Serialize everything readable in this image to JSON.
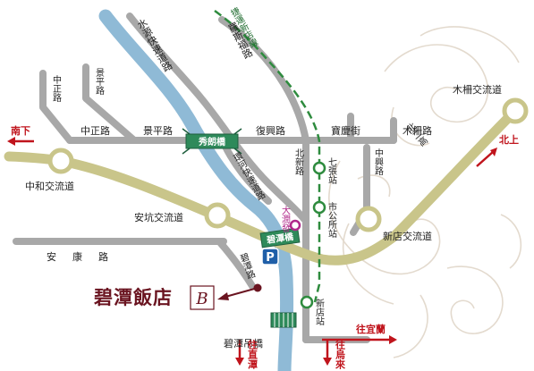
{
  "colors": {
    "background": "#ffffff",
    "road": "#a8a8a8",
    "expressway": "#c9c58a",
    "river": "#8fbad6",
    "mrt": "#2e8b3e",
    "bridge_sign": "#2e8a5a",
    "arrow": "#c0141c",
    "hotel": "#6a1420",
    "dadao": "#b0288a",
    "decoration": "#dfd6c8"
  },
  "roads": {
    "shuiyuan_expressway": "水源快速道路",
    "luosifu_road": "羅斯福路",
    "zhongzheng_road_vertical": "中正路",
    "jingping_road_vertical": "景平路",
    "zhongzheng_road_horizontal": "中正路",
    "jingping_road_horizontal": "景平路",
    "fuxing_road": "復興路",
    "baoqing_street": "寶慶街",
    "muzha_road": "木柵路",
    "huanhe_expressway": "環河快速道路",
    "beixin_road": "北新路",
    "zhongxing_road": "中興路",
    "beiyi_road": "北二高",
    "ankang_road": "安康路",
    "bitan_road": "碧潭路"
  },
  "mrt": {
    "line_name": "捷運新店線",
    "stations": {
      "qizhang": "七張站",
      "city_hall": "市公所站",
      "xindian": "新店站"
    }
  },
  "landmarks": {
    "xiulang_bridge": "秀朗橋",
    "bitan_bridge": "碧潭橋",
    "bitan_suspension_bridge": "碧潭吊橋",
    "dadao": "大潤發",
    "parking": "P"
  },
  "interchanges": {
    "zhonghe": "中和交流道",
    "ankeng": "安坑交流道",
    "xindian": "新店交流道",
    "muzha": "木柵交流道"
  },
  "directions": {
    "south": "南下",
    "north": "北上",
    "to_yilan": "往宜蘭",
    "to_zhitan": "往直潭",
    "to_wulai": "往烏來"
  },
  "hotel": {
    "name": "碧潭飯店",
    "logo_letter": "B"
  }
}
